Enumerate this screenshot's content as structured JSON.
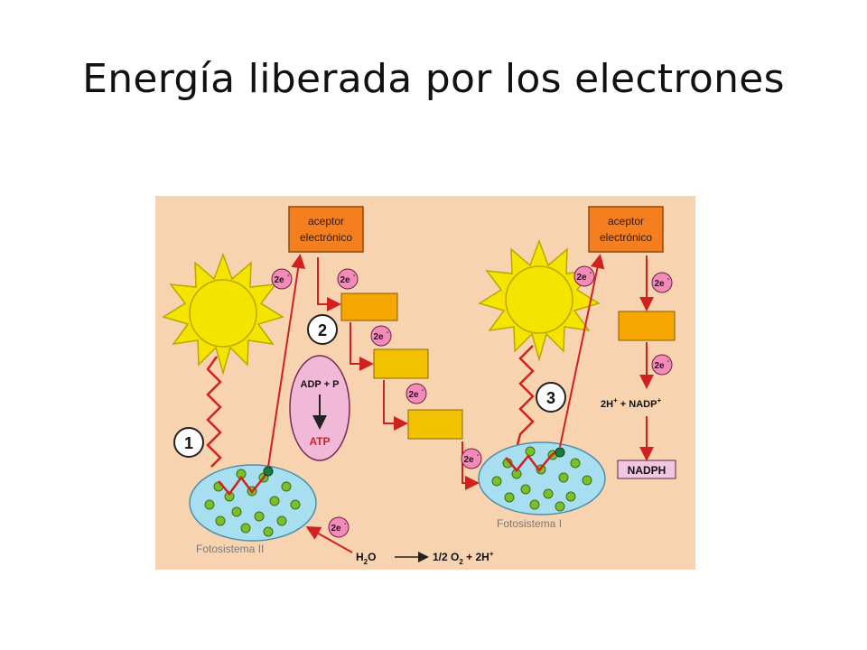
{
  "title": "Energía liberada por los electrones",
  "diagram": {
    "acceptor_label_1": "aceptor",
    "acceptor_label_2": "electrónico",
    "electron_label": "2e",
    "electron_sup": "-",
    "step_1": "1",
    "step_2": "2",
    "step_3": "3",
    "adp_p": "ADP + P",
    "atp": "ATP",
    "photosystem_2": "Fotosistema II",
    "photosystem_1": "Fotosistema I",
    "water_h2o_main": "H",
    "water_h2o_sub": "2",
    "water_h2o_end": "O",
    "water_products": "1/2 O",
    "water_products_sub": "2",
    "water_products_end": " + 2H",
    "water_products_sup": "+",
    "nadp_left": "2H",
    "nadp_plus": "+",
    "nadp_mid": " + NADP",
    "nadph": "NADPH",
    "colors": {
      "background": "#f7d3b0",
      "acceptor": "#f57f1f",
      "chain_box": "#f5a600",
      "electron": "#f28bb8",
      "sun": "#f4e400",
      "arrow": "#d1211e",
      "photosystem": "#a8dff0",
      "pigment": "#7bbf2a"
    }
  }
}
